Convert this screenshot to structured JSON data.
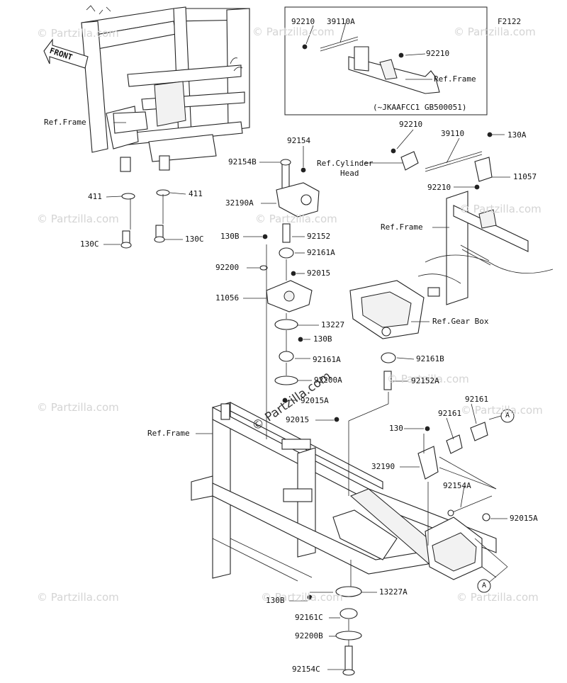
{
  "figure_code": "F2122",
  "front_marker": "FRONT",
  "watermark": "© Partzilla.com",
  "watermark_center": "© Partzilla.com",
  "inset": {
    "note": "(~JKAAFCC1 GB500051)",
    "labels": {
      "n92210_a": "92210",
      "n39110a": "39110A",
      "n92210_b": "92210",
      "ref_frame": "Ref.Frame"
    }
  },
  "labels": {
    "ref_frame_top_left": "Ref.Frame",
    "n411_left": "411",
    "n411_right": "411",
    "n130c_left": "130C",
    "n130c_right": "130C",
    "n92154": "92154",
    "n92154b": "92154B",
    "ref_cylinder_head_1": "Ref.Cylinder",
    "ref_cylinder_head_2": "Head",
    "n92210_mid": "92210",
    "n39110": "39110",
    "n130a": "130A",
    "n11057": "11057",
    "n92210_low": "92210",
    "n32190a": "32190A",
    "n130b_1": "130B",
    "n92152": "92152",
    "ref_frame_right": "Ref.Frame",
    "n92161a_1": "92161A",
    "n92200": "92200",
    "n92015_1": "92015",
    "n11056": "11056",
    "n13227": "13227",
    "ref_gear_box": "Ref.Gear Box",
    "n130b_2": "130B",
    "n92161a_2": "92161A",
    "n92161b": "92161B",
    "n92200a": "92200A",
    "n92015a_1": "92015A",
    "n92152a": "92152A",
    "n92161_1": "92161",
    "n92161_2": "92161",
    "callout_a_1": "A",
    "n92015_2": "92015",
    "ref_frame_lower": "Ref.Frame",
    "n130": "130",
    "n32190": "32190",
    "n92154a": "92154A",
    "n92015a_2": "92015A",
    "callout_a_2": "A",
    "n13227a": "13227A",
    "n130b_3": "130B",
    "n92161c": "92161C",
    "n92200b": "92200B",
    "n92154c": "92154C"
  }
}
